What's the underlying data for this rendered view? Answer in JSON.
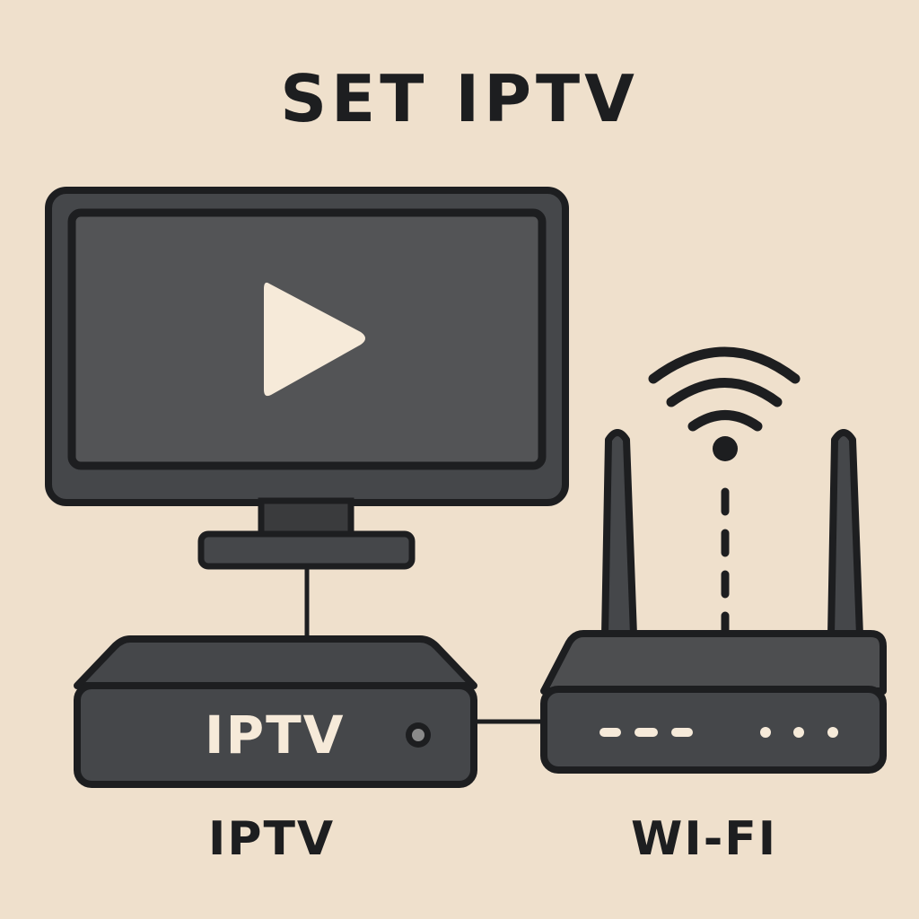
{
  "title": "SET IPTV",
  "devices": {
    "tv": {
      "icon": "play-icon"
    },
    "set_top_box": {
      "label": "IPTV",
      "caption": "IPTV"
    },
    "router": {
      "caption": "WI-FI",
      "icon": "wifi-icon"
    }
  },
  "colors": {
    "background": "#efe0cc",
    "device_fill": "#45474a",
    "outline": "#1d1e20",
    "accent_light": "#f6ead9"
  }
}
